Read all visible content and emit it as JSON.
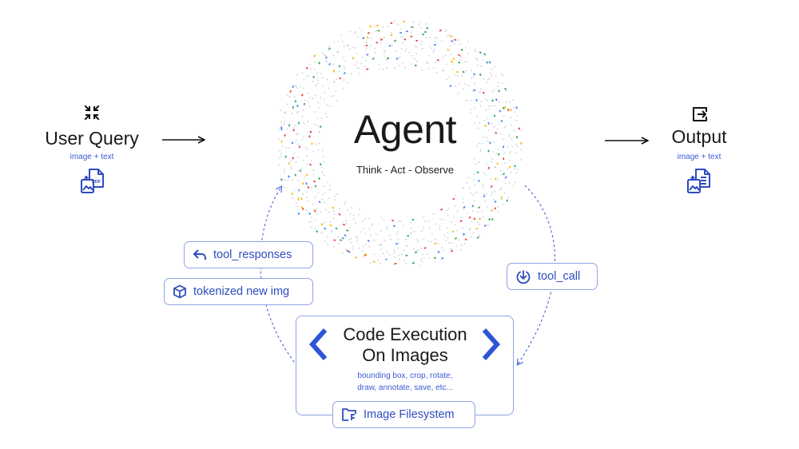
{
  "input": {
    "title": "User Query",
    "subtitle": "image + text",
    "top_icon": "collapse-arrows-icon",
    "doc_icon": "pdf-image-document-icon"
  },
  "agent": {
    "title": "Agent",
    "subtitle": "Think - Act - Observe"
  },
  "output": {
    "title": "Output",
    "subtitle": "image + text",
    "top_icon": "exit-arrow-icon",
    "doc_icon": "text-image-document-icon"
  },
  "pills": {
    "tool_responses": "tool_responses",
    "tokenized_new_img": "tokenized new img",
    "tool_call": "tool_call",
    "image_filesystem": "Image Filesystem"
  },
  "code_execution": {
    "title_line1": "Code Execution",
    "title_line2": "On Images",
    "detail_line1": "bounding box, crop, rotate,",
    "detail_line2": "draw, annotate, save, etc..."
  },
  "colors": {
    "accent": "#2f4cc0",
    "border": "#8ea4e6",
    "chevron": "#2e55d6",
    "text": "#1a1a1a",
    "dots": [
      "#4285f4",
      "#ea4335",
      "#fbbc05",
      "#34a853",
      "#c9ccd2"
    ]
  }
}
